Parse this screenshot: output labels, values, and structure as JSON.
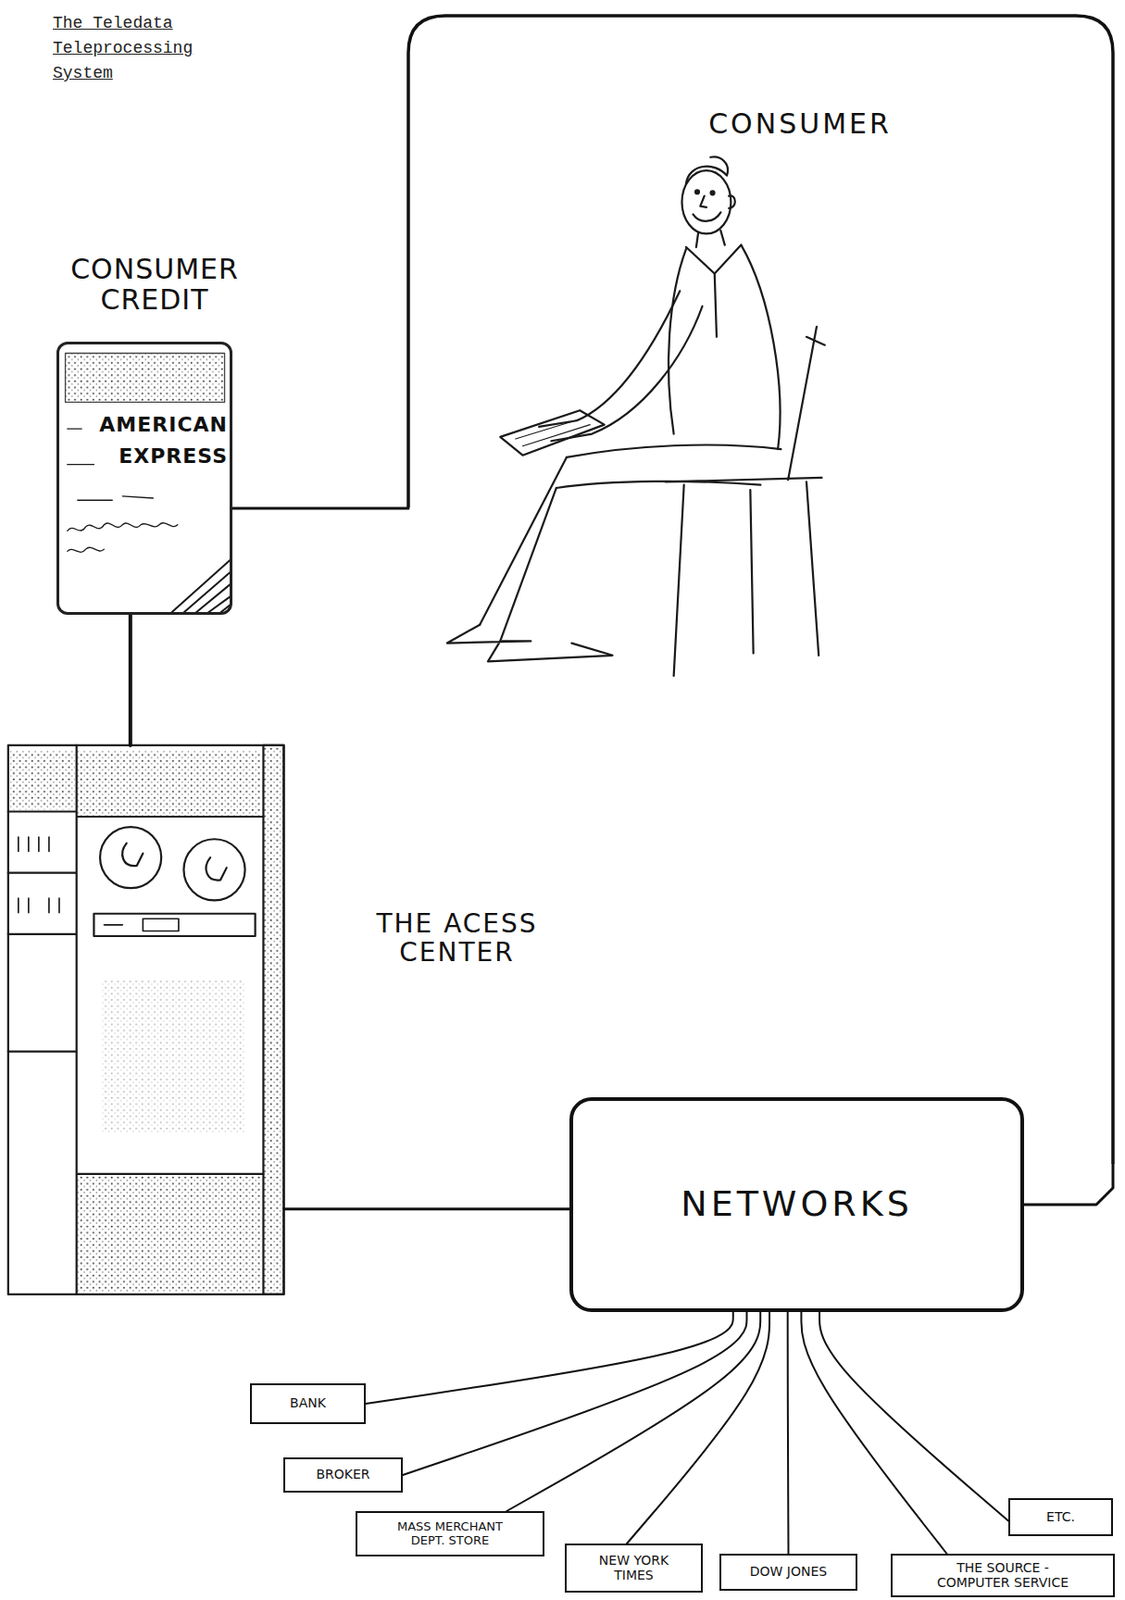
{
  "diagram": {
    "title": "The Teledata Teleprocessing System",
    "nodes": [
      {
        "text": [
          "CONSUMER"
        ]
      },
      {
        "text": [
          "CONSUMER CREDIT",
          "AMERICAN EXPRESS"
        ]
      },
      {
        "text": [
          "THE ACESS CENTER"
        ]
      },
      {
        "text": [
          "NETWORKS"
        ]
      },
      {
        "text": [
          "BANK"
        ]
      },
      {
        "text": [
          "BROKER"
        ]
      },
      {
        "text": [
          "MASS MERCHANT DEPT. STORE"
        ]
      },
      {
        "text": [
          "NEW YORK TIMES"
        ]
      },
      {
        "text": [
          "DOW JONES"
        ]
      },
      {
        "text": [
          "THE SOURCE - COMPUTER SERVICE"
        ]
      },
      {
        "text": [
          "ETC."
        ]
      }
    ],
    "edges": [
      {
        "from": 1,
        "to": 0,
        "arrow": "none"
      },
      {
        "from": 1,
        "to": 2,
        "arrow": "none"
      },
      {
        "from": 2,
        "to": 3,
        "arrow": "none"
      },
      {
        "from": 3,
        "to": 0,
        "arrow": "none"
      },
      {
        "from": 3,
        "to": 4,
        "arrow": "none"
      },
      {
        "from": 3,
        "to": 5,
        "arrow": "none"
      },
      {
        "from": 3,
        "to": 6,
        "arrow": "none"
      },
      {
        "from": 3,
        "to": 7,
        "arrow": "none"
      },
      {
        "from": 3,
        "to": 8,
        "arrow": "none"
      },
      {
        "from": 3,
        "to": 9,
        "arrow": "none"
      },
      {
        "from": 3,
        "to": 10,
        "arrow": "none"
      }
    ]
  }
}
